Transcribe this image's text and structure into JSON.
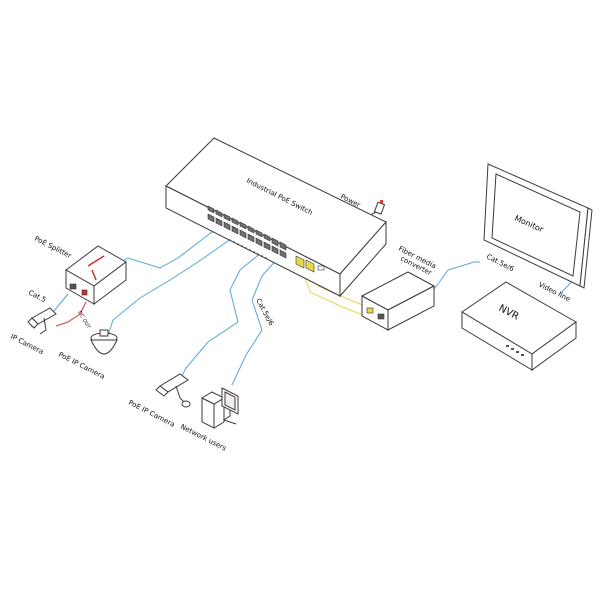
{
  "labels": {
    "switch": "Industrial PoE Switch",
    "power": "Power",
    "fiber": "Fiber media converter",
    "fiber_line1": "Fiber media",
    "fiber_line2": "converter",
    "monitor": "Monitor",
    "nvr": "NVR",
    "cat5e_right": "Cat.5e/6",
    "video_line": "Video line",
    "poe_splitter": "PoE Splitter",
    "cat5": "Cat.5",
    "ip_camera": "IP Camera",
    "poe_ip_camera_left": "PoE IP Camera",
    "dc_out": "DC OUT",
    "cat5e_mid": "Cat.5e/6",
    "poe_ip_camera_bottom": "PoE IP Camera",
    "network_users": "Network users"
  },
  "colors": {
    "line": "#3a3a3a",
    "cable_blue": "#58a6d6",
    "cable_yellow": "#e8d84a",
    "cable_red": "#d23a3a",
    "splitter_red": "#cc3030"
  }
}
